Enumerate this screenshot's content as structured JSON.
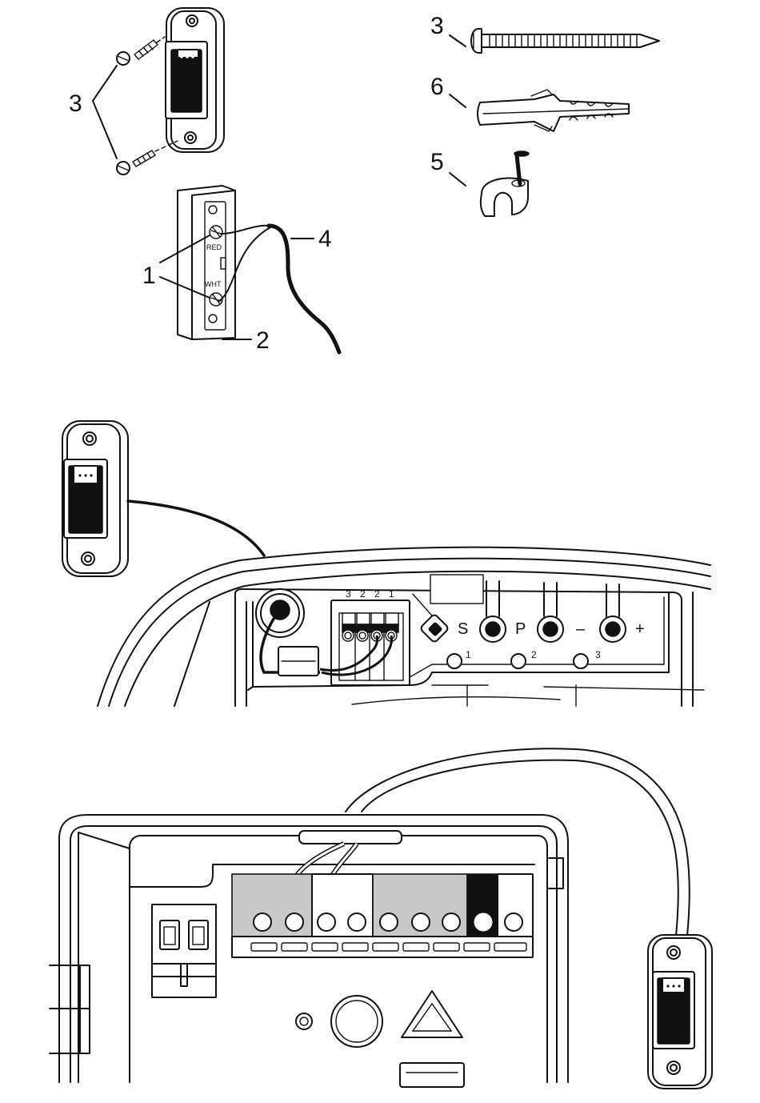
{
  "callouts": {
    "screws_pair": "3",
    "screw": "3",
    "wall_plug": "6",
    "cable_clip": "5",
    "terminal_screws": "1",
    "wire": "4",
    "button_back": "2"
  },
  "button_back": {
    "terminal_red": "RED",
    "terminal_white": "WHT"
  },
  "control_panel": {
    "terminal_numbers": [
      "3",
      "2",
      "2",
      "1"
    ],
    "button_s": "S",
    "button_p": "P",
    "button_minus": "–",
    "button_plus": "+",
    "led_1": "1",
    "led_2": "2",
    "led_3": "3"
  },
  "colors": {
    "line": "#111111",
    "background": "#ffffff",
    "terminal_gray": "#c8c8c8"
  }
}
